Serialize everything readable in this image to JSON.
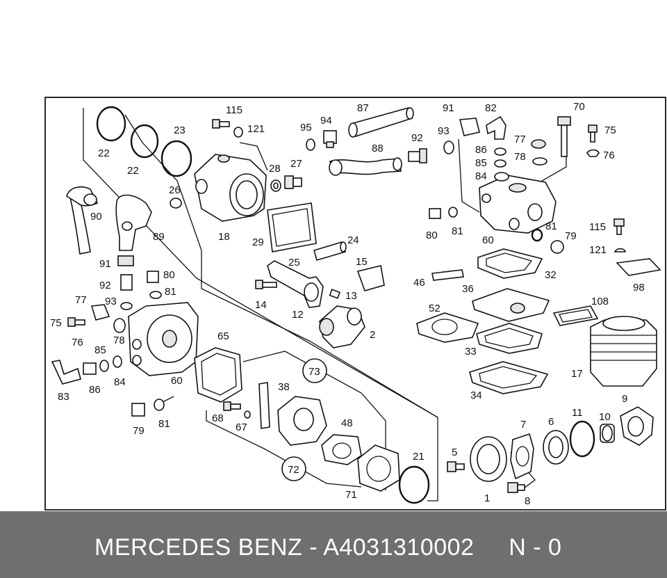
{
  "caption": {
    "brand": "MERCEDES BENZ",
    "separator": "-",
    "part_number": "A4031310002",
    "code": "N - 0"
  },
  "callouts": {
    "c115a": "115",
    "c121a": "121",
    "c87": "87",
    "c91a": "91",
    "c82": "82",
    "c70": "70",
    "c94": "94",
    "c95": "95",
    "c23": "23",
    "c22a": "22",
    "c22b": "22",
    "c88": "88",
    "c92a": "92",
    "c93a": "93",
    "c75a": "75",
    "c77a": "77",
    "c86a": "86",
    "c78a": "78",
    "c76a": "76",
    "c85a": "85",
    "c84a": "84",
    "c28": "28",
    "c27": "27",
    "c26": "26",
    "c90": "90",
    "c89": "89",
    "c18": "18",
    "c29": "29",
    "c24": "24",
    "c80a": "80",
    "c81a": "81",
    "c81b": "81",
    "c79a": "79",
    "c115b": "115",
    "c121b": "121",
    "c60a": "60",
    "c91b": "91",
    "c25": "25",
    "c15": "15",
    "c32": "32",
    "c98": "98",
    "c80b": "80",
    "c92b": "92",
    "c81c": "81",
    "c46": "46",
    "c77b": "77",
    "c93b": "93",
    "c14": "14",
    "c13": "13",
    "c36": "36",
    "c12": "12",
    "c108": "108",
    "c75b": "75",
    "c52": "52",
    "c76b": "76",
    "c78b": "78",
    "c85b": "85",
    "c2": "2",
    "c65": "65",
    "c33": "33",
    "c83": "83",
    "c86b": "86",
    "c84b": "84",
    "c60b": "60",
    "c73": "73",
    "c17": "17",
    "c38": "38",
    "c34": "34",
    "c9": "9",
    "c68": "68",
    "c67": "67",
    "c79b": "79",
    "c81d": "81",
    "c11": "11",
    "c10": "10",
    "c48": "48",
    "c7": "7",
    "c6": "6",
    "c5": "5",
    "c72": "72",
    "c21": "21",
    "c71": "71",
    "c1": "1",
    "c8": "8"
  }
}
